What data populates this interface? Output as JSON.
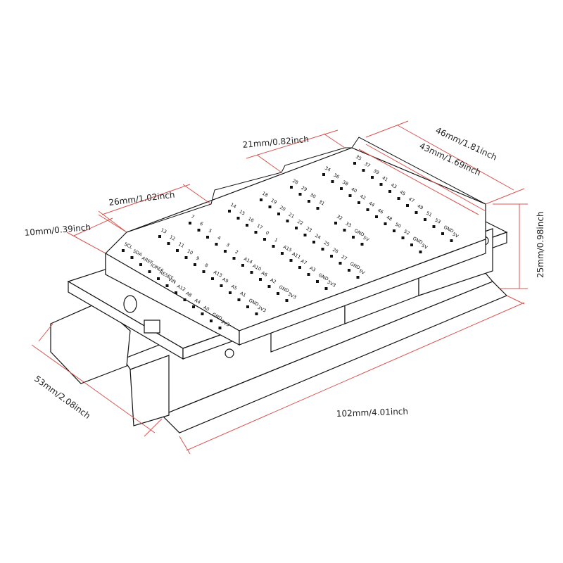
{
  "dimensions": {
    "top_right_outer": "46mm/1.81inch",
    "top_right_inner": "43mm/1.69inch",
    "top_middle": "21mm/0.82inch",
    "top_left": "26mm/1.02inch",
    "left_small": "10mm/0.39inch",
    "height": "25mm/0.98inch",
    "width": "53mm/2.08inch",
    "length": "102mm/4.01inch"
  },
  "pin_groups": [
    [
      "SCL",
      "SDA",
      "AREF",
      "IOREF",
      "RESET",
      "VIN",
      "A12",
      "A8",
      "A4",
      "A0",
      "GND",
      "3V3"
    ],
    [
      "13",
      "12",
      "11",
      "10",
      "9",
      "8",
      "A13",
      "A9",
      "A5",
      "A1",
      "GND",
      "3V3"
    ],
    [
      "7",
      "6",
      "5",
      "4",
      "3",
      "2",
      "A14",
      "A10",
      "A6",
      "A2",
      "GND",
      "3V3"
    ],
    [
      "14",
      "15",
      "16",
      "17",
      "0",
      "1",
      "A15",
      "A11",
      "A7",
      "A3",
      "GND",
      "3V3"
    ],
    [
      "18",
      "19",
      "20",
      "21",
      "22",
      "23",
      "24",
      "25",
      "26",
      "27",
      "GND",
      "5V"
    ],
    [
      "28",
      "29",
      "30",
      "31"
    ],
    [
      "34",
      "36",
      "38",
      "40",
      "42",
      "44",
      "46",
      "48",
      "50",
      "52",
      "GND",
      "5V"
    ],
    [
      "35",
      "37",
      "39",
      "41",
      "43",
      "45",
      "47",
      "49",
      "51",
      "53",
      "GND",
      "5V"
    ],
    [
      "32",
      "33",
      "GND",
      "5V"
    ]
  ],
  "colors": {
    "dimension_line": "#d9534f",
    "outline": "#111111"
  }
}
